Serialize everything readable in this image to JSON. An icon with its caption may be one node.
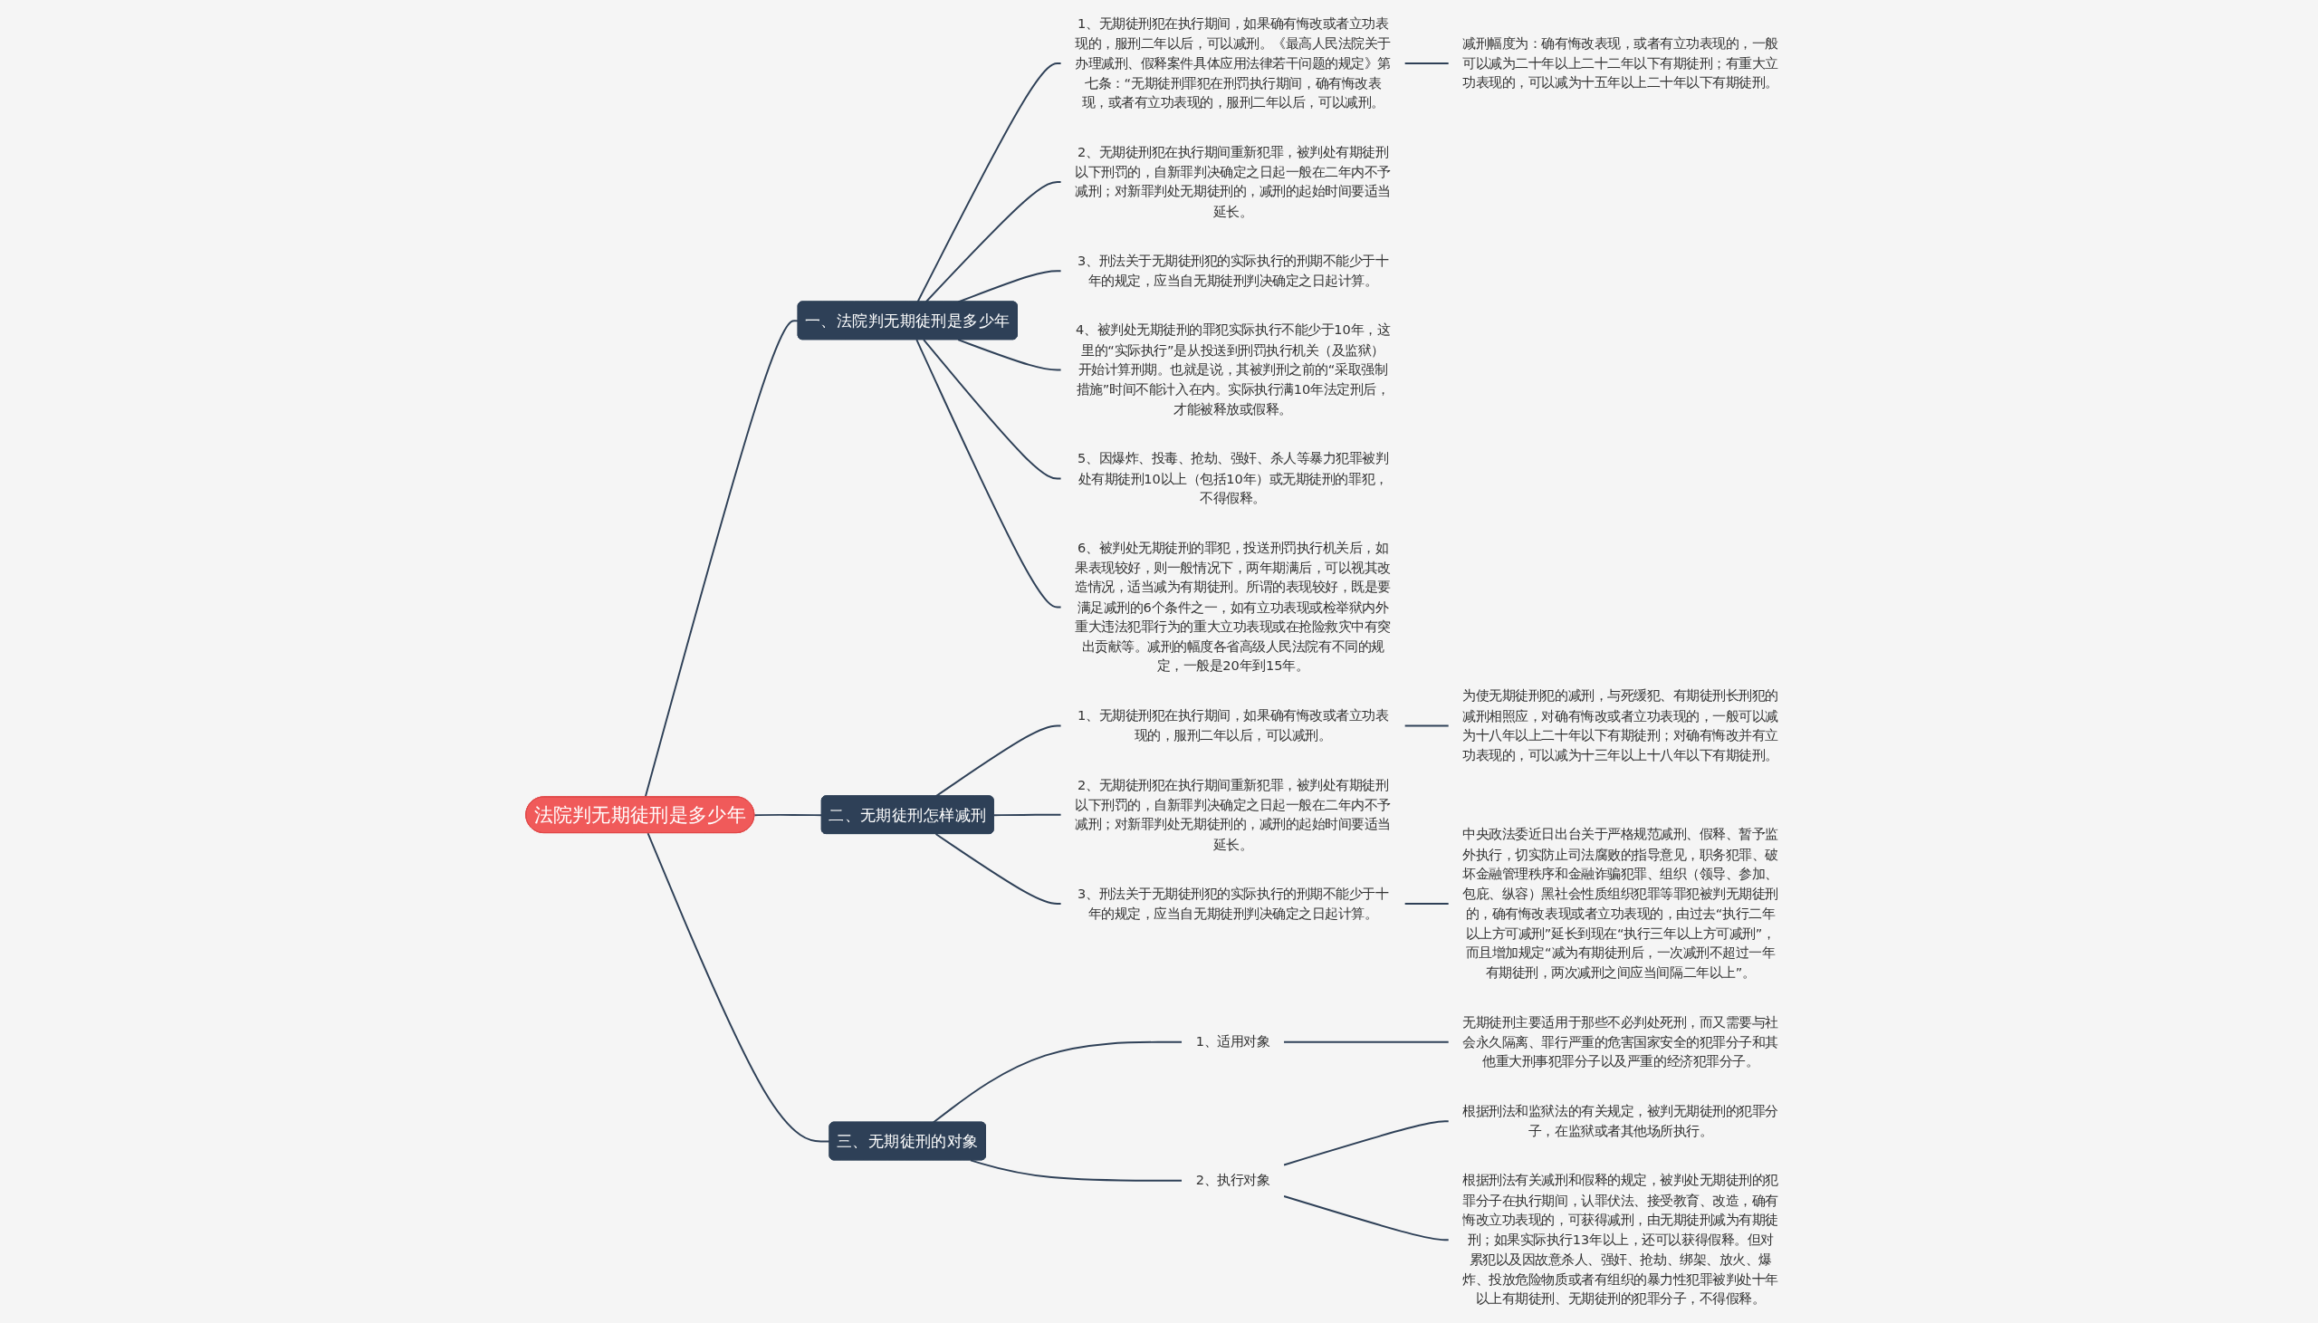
{
  "diagram": {
    "nodes": [
      {
        "text": [
          "法院判无期徒刑是多少年"
        ]
      },
      {
        "text": [
          "一、法院判无期徒刑是多少年"
        ]
      },
      {
        "text": [
          "1、无期徒刑犯在执行期间，如果确有悔改或者立功表现的，服刑二年以后，可以减刑。《最高人民法院关于办理减刑、假释案件具体应用法律若干问题的规定》第七条：“无期徒刑罪犯在刑罚执行期间，确有悔改表现，或者有立功表现的，服刑二年以后，可以减刑。"
        ]
      },
      {
        "text": [
          "减刑幅度为：确有悔改表现，或者有立功表现的，一般可以减为二十年以上二十二年以下有期徒刑；有重大立功表现的，可以减为十五年以上二十年以下有期徒刑。"
        ]
      },
      {
        "text": [
          "2、无期徒刑犯在执行期间重新犯罪，被判处有期徒刑以下刑罚的，自新罪判决确定之日起一般在二年内不予减刑；对新罪判处无期徒刑的，减刑的起始时间要适当延长。"
        ]
      },
      {
        "text": [
          "3、刑法关于无期徒刑犯的实际执行的刑期不能少于十年的规定，应当自无期徒刑判决确定之日起计算。"
        ]
      },
      {
        "text": [
          "4、被判处无期徒刑的罪犯实际执行不能少于10年，这里的“实际执行”是从投送到刑罚执行机关（及监狱）开始计算刑期。也就是说，其被判刑之前的“采取强制措施”时间不能计入在内。实际执行满10年法定刑后，才能被释放或假释。"
        ]
      },
      {
        "text": [
          "5、因爆炸、投毒、抢劫、强奸、杀人等暴力犯罪被判处有期徒刑10以上（包括10年）或无期徒刑的罪犯，不得假释。"
        ]
      },
      {
        "text": [
          "6、被判处无期徒刑的罪犯，投送刑罚执行机关后，如果表现较好，则一般情况下，两年期满后，可以视其改造情况，适当减为有期徒刑。所谓的表现较好，既是要满足减刑的6个条件之一，如有立功表现或检举狱内外重大违法犯罪行为的重大立功表现或在抢险救灾中有突出贡献等。减刑的幅度各省高级人民法院有不同的规定，一般是20年到15年。"
        ]
      },
      {
        "text": [
          "二、无期徒刑怎样减刑"
        ]
      },
      {
        "text": [
          "1、无期徒刑犯在执行期间，如果确有悔改或者立功表现的，服刑二年以后，可以减刑。"
        ]
      },
      {
        "text": [
          "为使无期徒刑犯的减刑，与死缓犯、有期徒刑长刑犯的减刑相照应，对确有悔改或者立功表现的，一般可以减为十八年以上二十年以下有期徒刑；对确有悔改并有立功表现的，可以减为十三年以上十八年以下有期徒刑。"
        ]
      },
      {
        "text": [
          "2、无期徒刑犯在执行期间重新犯罪，被判处有期徒刑以下刑罚的，自新罪判决确定之日起一般在二年内不予减刑；对新罪判处无期徒刑的，减刑的起始时间要适当延长。"
        ]
      },
      {
        "text": [
          "3、刑法关于无期徒刑犯的实际执行的刑期不能少于十年的规定，应当自无期徒刑判决确定之日起计算。"
        ]
      },
      {
        "text": [
          "中央政法委近日出台关于严格规范减刑、假释、暂予监外执行，切实防止司法腐败的指导意见，职务犯罪、破坏金融管理秩序和金融诈骗犯罪、组织（领导、参加、包庇、纵容）黑社会性质组织犯罪等罪犯被判无期徒刑的，确有悔改表现或者立功表现的，由过去“执行二年以上方可减刑”延长到现在“执行三年以上方可减刑”，而且增加规定“减为有期徒刑后，一次减刑不超过一年有期徒刑，两次减刑之间应当间隔二年以上”。"
        ]
      },
      {
        "text": [
          "三、无期徒刑的对象"
        ]
      },
      {
        "text": [
          "1、适用对象"
        ]
      },
      {
        "text": [
          "无期徒刑主要适用于那些不必判处死刑，而又需要与社会永久隔离、罪行严重的危害国家安全的犯罪分子和其他重大刑事犯罪分子以及严重的经济犯罪分子。"
        ]
      },
      {
        "text": [
          "2、执行对象"
        ]
      },
      {
        "text": [
          "根据刑法和监狱法的有关规定，被判无期徒刑的犯罪分子，在监狱或者其他场所执行。"
        ]
      },
      {
        "text": [
          "根据刑法有关减刑和假释的规定，被判处无期徒刑的犯罪分子在执行期间，认罪伏法、接受教育、改造，确有悔改立功表现的，可获得减刑，由无期徒刑减为有期徒刑；如果实际执行13年以上，还可以获得假释。但对累犯以及因故意杀人、强奸、抢劫、绑架、放火、爆炸、投放危险物质或者有组织的暴力性犯罪被判处十年以上有期徒刑、无期徒刑的犯罪分子，不得假释。"
        ]
      }
    ],
    "edges": [
      {
        "from": 0,
        "to": 1,
        "arrow": "none"
      },
      {
        "from": 1,
        "to": 2,
        "arrow": "none"
      },
      {
        "from": 2,
        "to": 3,
        "arrow": "none"
      },
      {
        "from": 1,
        "to": 4,
        "arrow": "none"
      },
      {
        "from": 1,
        "to": 5,
        "arrow": "none"
      },
      {
        "from": 1,
        "to": 6,
        "arrow": "none"
      },
      {
        "from": 1,
        "to": 7,
        "arrow": "none"
      },
      {
        "from": 1,
        "to": 8,
        "arrow": "none"
      },
      {
        "from": 0,
        "to": 9,
        "arrow": "none"
      },
      {
        "from": 9,
        "to": 10,
        "arrow": "none"
      },
      {
        "from": 10,
        "to": 11,
        "arrow": "none"
      },
      {
        "from": 9,
        "to": 12,
        "arrow": "none"
      },
      {
        "from": 9,
        "to": 13,
        "arrow": "none"
      },
      {
        "from": 13,
        "to": 14,
        "arrow": "none"
      },
      {
        "from": 0,
        "to": 15,
        "arrow": "none"
      },
      {
        "from": 15,
        "to": 16,
        "arrow": "none"
      },
      {
        "from": 16,
        "to": 17,
        "arrow": "none"
      },
      {
        "from": 15,
        "to": 18,
        "arrow": "none"
      },
      {
        "from": 18,
        "to": 19,
        "arrow": "none"
      },
      {
        "from": 18,
        "to": 20,
        "arrow": "none"
      }
    ]
  }
}
